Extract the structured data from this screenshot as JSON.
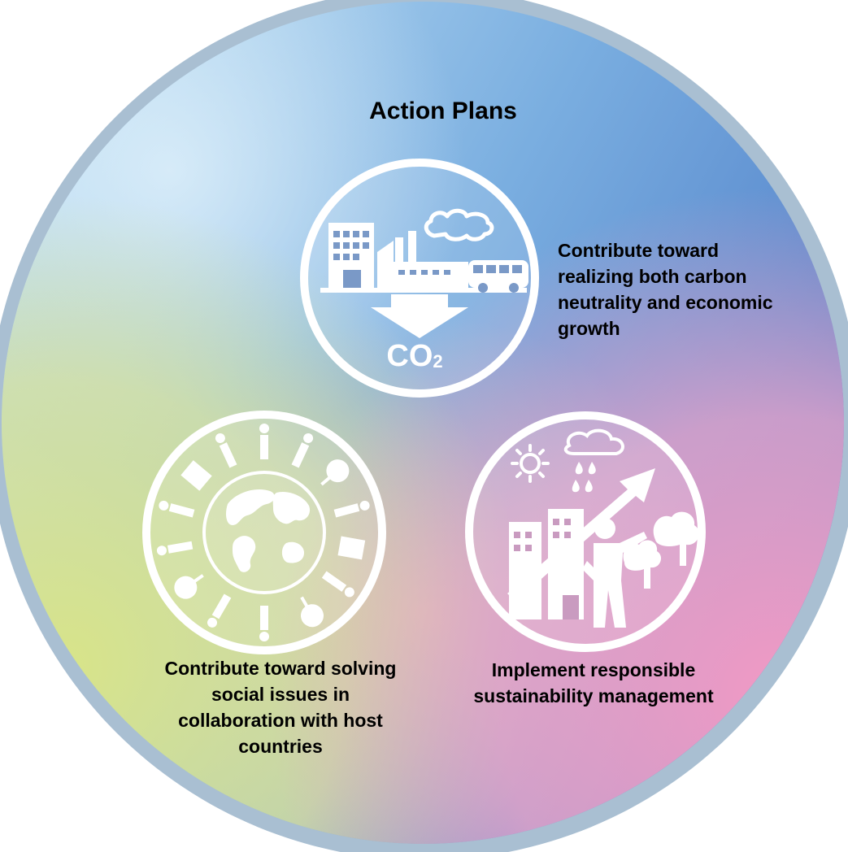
{
  "title": "Action Plans",
  "plans": [
    {
      "label_lines": [
        "Contribute toward",
        "realizing both carbon",
        "neutrality and economic",
        "growth"
      ],
      "icon": "city-factory-bus-co2-icon",
      "icon_text": "CO",
      "icon_subscript": "2"
    },
    {
      "label_lines": [
        "Contribute toward solving",
        "social issues in",
        "collaboration with host",
        "countries"
      ],
      "icon": "globe-people-trees-icon"
    },
    {
      "label_lines": [
        "Implement responsible",
        "sustainability management"
      ],
      "icon": "growth-arrow-person-trees-icon"
    }
  ],
  "colors": {
    "outer_ring": "#a9bfd2",
    "gradient_blue": "#5b8fd0",
    "gradient_light": "#c6e2f2",
    "gradient_green": "#d5e08e",
    "gradient_pink": "#ec9cc4",
    "icon_stroke": "#ffffff"
  }
}
